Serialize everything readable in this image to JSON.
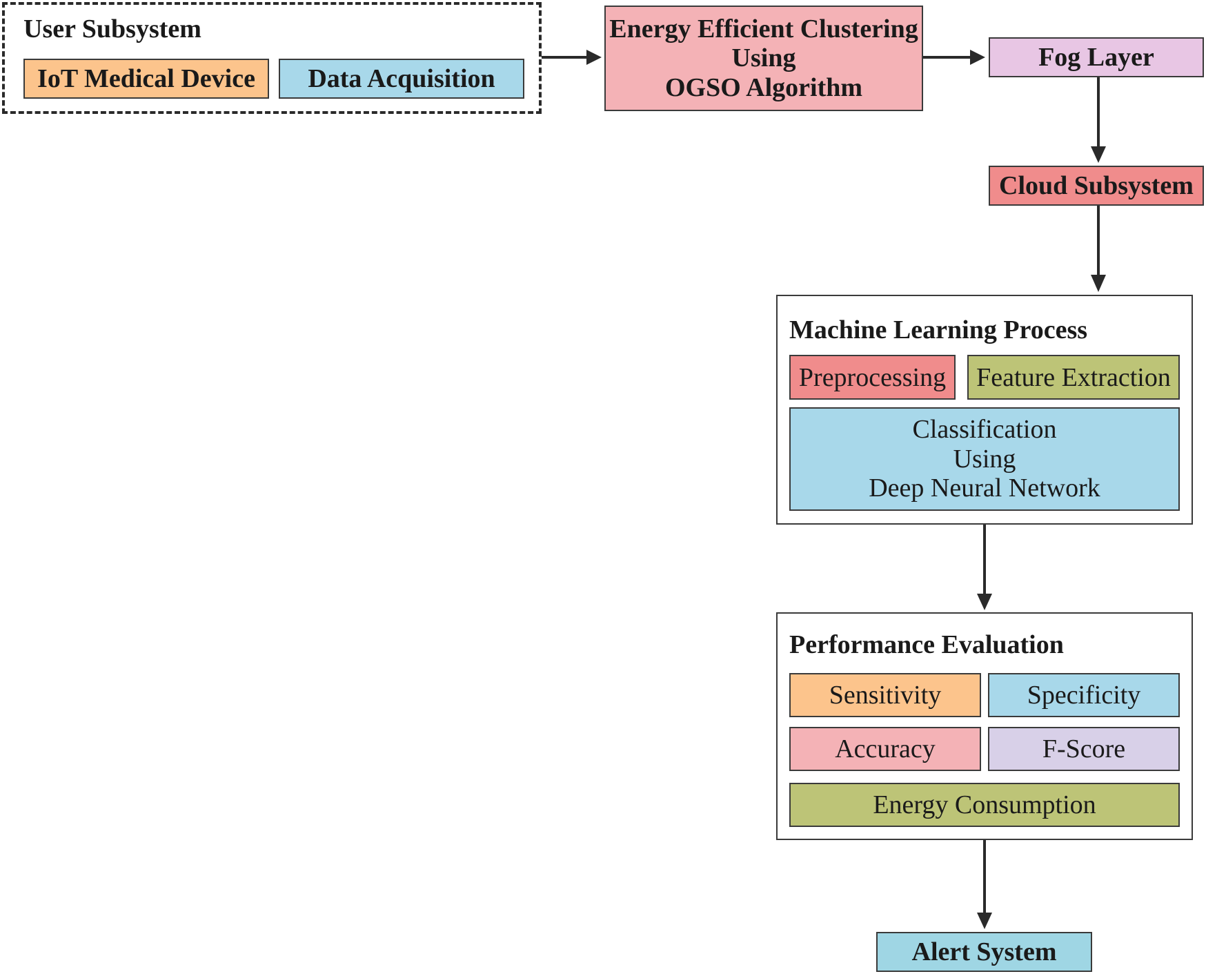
{
  "user_subsystem": {
    "title": "User Subsystem",
    "iot_device": "IoT Medical Device",
    "data_acquisition": "Data Acquisition"
  },
  "clustering": {
    "line1": "Energy Efficient Clustering",
    "line2": "Using",
    "line3": "OGSO Algorithm"
  },
  "fog_layer": "Fog Layer",
  "cloud_subsystem": "Cloud Subsystem",
  "ml_process": {
    "title": "Machine Learning Process",
    "preprocessing": "Preprocessing",
    "feature_extraction": "Feature Extraction",
    "classification": {
      "line1": "Classification",
      "line2": "Using",
      "line3": "Deep Neural Network"
    }
  },
  "performance": {
    "title": "Performance Evaluation",
    "sensitivity": "Sensitivity",
    "specificity": "Specificity",
    "accuracy": "Accuracy",
    "fscore": "F-Score",
    "energy": "Energy Consumption"
  },
  "alert_system": "Alert System",
  "colors": {
    "orange": "#fcc48c",
    "blue": "#a8d8ea",
    "pink": "#f4b2b6",
    "lilac": "#e8c6e4",
    "red": "#f08c8c",
    "olive": "#bdc477",
    "lavender": "#d8d0e8",
    "teal": "#9fd6e4",
    "arrow": "#2a2a2a"
  }
}
